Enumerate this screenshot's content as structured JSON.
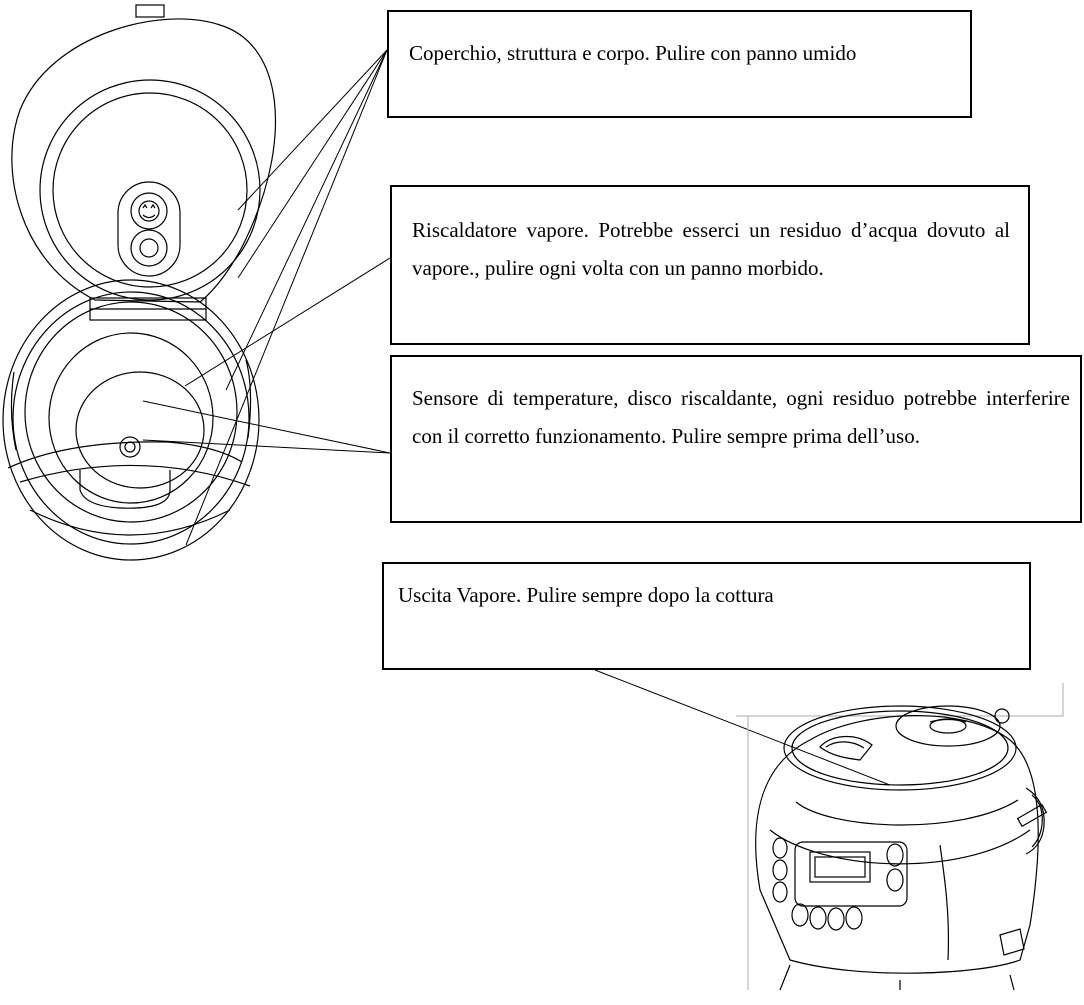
{
  "callouts": {
    "lid_body": "Coperchio, struttura e corpo. Pulire con panno umido",
    "steam_heater": "Riscaldatore vapore. Potrebbe esserci un residuo d’acqua dovuto al vapore., pulire ogni volta con un panno morbido.",
    "temp_sensor": "Sensore di temperature, disco riscaldante, ogni residuo potrebbe interferire con il corretto funzionamento. Pulire sempre prima dell’uso.",
    "steam_exit": "Uscita Vapore. Pulire sempre dopo la cottura"
  }
}
